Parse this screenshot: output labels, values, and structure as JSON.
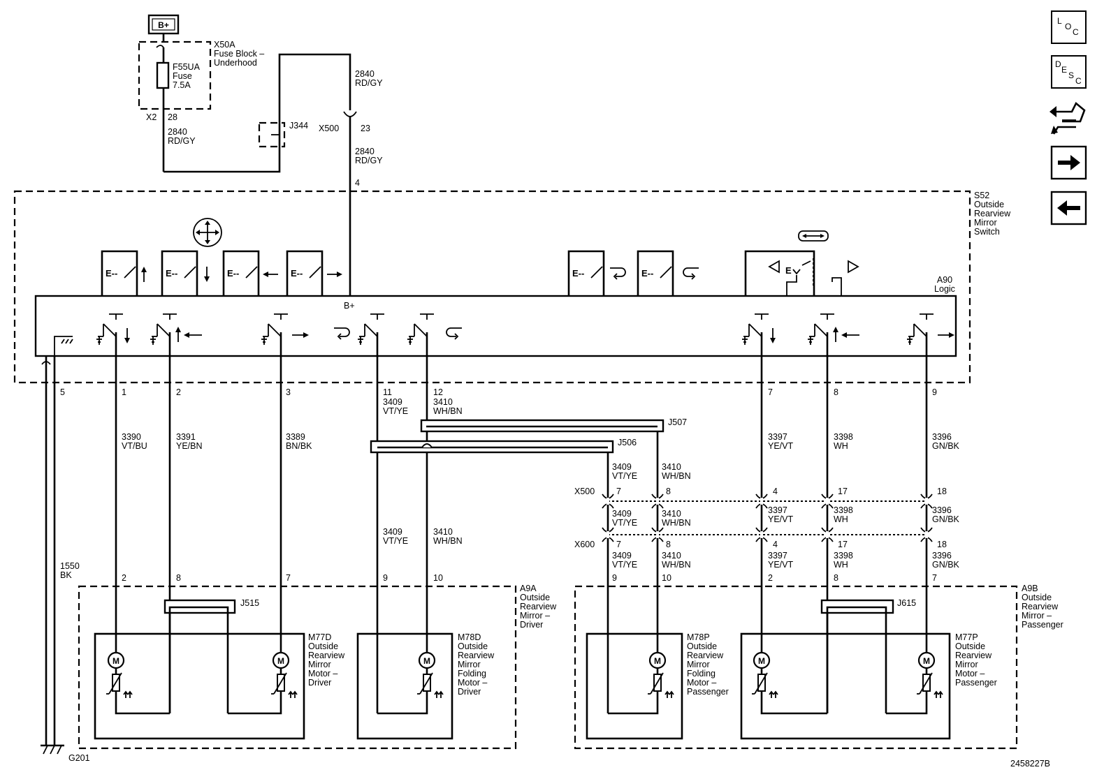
{
  "power": {
    "battery": "B+"
  },
  "fuse_block": {
    "id": "X50A",
    "name": "Fuse Block –",
    "sub": "Underhood",
    "fuse_id": "F55UA",
    "fuse_name": "Fuse",
    "fuse_rating": "7.5A",
    "conn": "X2",
    "pin": "28"
  },
  "feed": {
    "circuit": "2840",
    "color": "RD/GY",
    "splice": "J344",
    "x500": "X500",
    "x500_pin": "23",
    "switch_pin": "4"
  },
  "switch": {
    "id": "S52",
    "l1": "Outside",
    "l2": "Rearview",
    "l3": "Mirror",
    "l4": "Switch",
    "logic_id": "A90",
    "logic": "Logic",
    "bplus": "B+"
  },
  "pins": {
    "p5": "5",
    "p1": "1",
    "p2": "2",
    "p3": "3",
    "p11": "11",
    "p12": "12",
    "p7": "7",
    "p8": "8",
    "p9": "9"
  },
  "circuits": {
    "c3390": "3390",
    "c3390c": "VT/BU",
    "c3391": "3391",
    "c3391c": "YE/BN",
    "c3389": "3389",
    "c3389c": "BN/BK",
    "c3409": "3409",
    "c3409c": "VT/YE",
    "c3410": "3410",
    "c3410c": "WH/BN",
    "c3397": "3397",
    "c3397c": "YE/VT",
    "c3398": "3398",
    "c3398c": "WH",
    "c3396": "3396",
    "c3396c": "GN/BK",
    "c1550": "1550",
    "c1550c": "BK"
  },
  "splices": {
    "j507": "J507",
    "j506": "J506",
    "j515": "J515",
    "j615": "J615"
  },
  "connectors": {
    "x500": "X500",
    "x600": "X600",
    "x500_p7": "7",
    "x500_p8": "8",
    "x500_p4": "4",
    "x500_p17": "17",
    "x500_p18": "18",
    "x600_p7": "7",
    "x600_p8": "8",
    "x600_p4": "4",
    "x600_p17": "17",
    "x600_p18": "18"
  },
  "driver": {
    "id": "A9A",
    "l1": "Outside",
    "l2": "Rearview",
    "l3": "Mirror –",
    "l4": "Driver",
    "pins": [
      "2",
      "8",
      "7",
      "9",
      "10"
    ],
    "motor_a": {
      "id": "M77D",
      "l1": "Outside",
      "l2": "Rearview",
      "l3": "Mirror",
      "l4": "Motor –",
      "l5": "Driver"
    },
    "motor_b": {
      "id": "M78D",
      "l1": "Outside",
      "l2": "Rearview",
      "l3": "Mirror",
      "l4": "Folding",
      "l5": "Motor –",
      "l6": "Driver"
    }
  },
  "passenger": {
    "id": "A9B",
    "l1": "Outside",
    "l2": "Rearview",
    "l3": "Mirror –",
    "l4": "Passenger",
    "pins": [
      "9",
      "10",
      "2",
      "8",
      "7"
    ],
    "motor_a": {
      "id": "M78P",
      "l1": "Outside",
      "l2": "Rearview",
      "l3": "Mirror",
      "l4": "Folding",
      "l5": "Motor –",
      "l6": "Passenger"
    },
    "motor_b": {
      "id": "M77P",
      "l1": "Outside",
      "l2": "Rearview",
      "l3": "Mirror",
      "l4": "Motor –",
      "l5": "Passenger"
    }
  },
  "ground": {
    "id": "G201"
  },
  "motor_glyph": "M",
  "doc_number": "2458227B",
  "nav": {
    "loc": {
      "l": "L",
      "o": "O",
      "c": "C"
    },
    "desc": {
      "d": "D",
      "e": "E",
      "s": "S",
      "c": "C"
    },
    "icons": [
      "loc-icon",
      "desc-icon",
      "connector-icon",
      "next-arrow-icon",
      "previous-arrow-icon"
    ]
  }
}
